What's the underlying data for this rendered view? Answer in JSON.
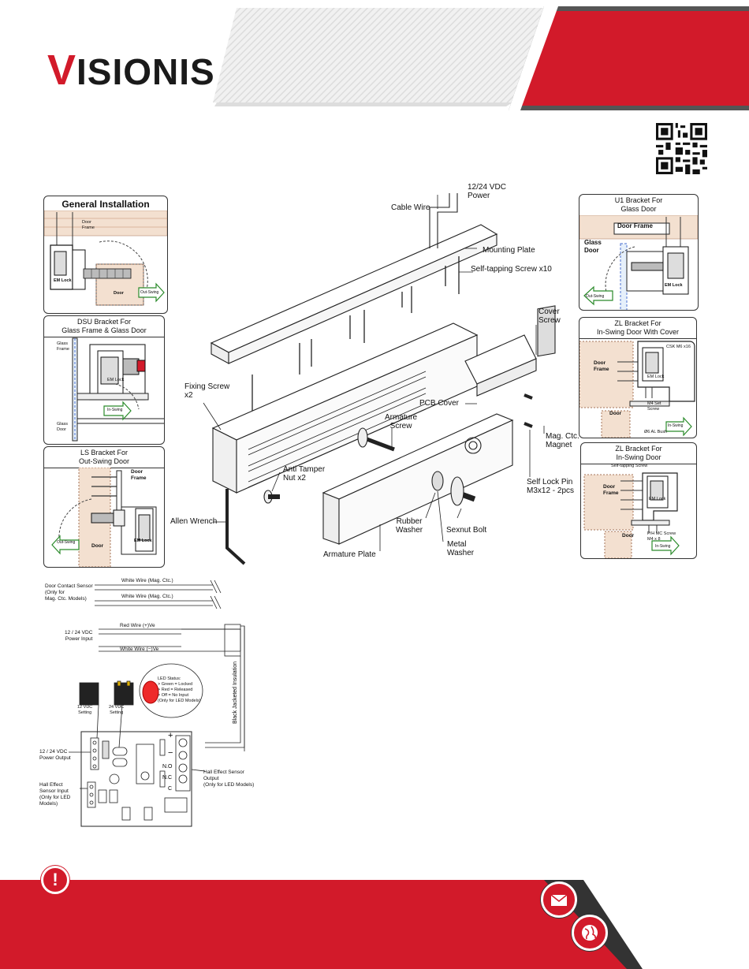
{
  "header": {
    "brand_initial": "V",
    "brand_rest": "ISIONIS",
    "accent_color": "#d21a2a"
  },
  "panels": {
    "general": {
      "title": "General Installation",
      "door_frame": "Door\nFrame",
      "em_lock": "EM Lock",
      "door": "Door",
      "swing": "Out-Swing"
    },
    "dsu": {
      "title": "DSU Bracket For\nGlass Frame & Glass Door",
      "glass_frame": "Glass\nFrame",
      "em_lock": "EM Lock",
      "swing": "In-Swing",
      "glass_door": "Glass\nDoor"
    },
    "ls": {
      "title": "LS Bracket For\nOut-Swing Door",
      "door_frame": "Door\nFrame",
      "em_lock": "EM Lock",
      "door": "Door",
      "swing": "Out-Swing"
    },
    "u1": {
      "title": "U1 Bracket For\nGlass Door",
      "door_frame": "Door Frame",
      "glass_door": "Glass\nDoor",
      "em_lock": "EM Lock",
      "swing": "Out-Swing"
    },
    "zl_cover": {
      "title": "ZL Bracket For\nIn-Swing Door With Cover",
      "door_frame": "Door\nFrame",
      "door": "Door",
      "csk": "CSK M6 x16",
      "em_lock": "EM Lock",
      "set_screw": "M4 Set\nScrew",
      "bush": "Ø6 AL Bush",
      "swing": "In-Swing"
    },
    "zl": {
      "title": "ZL Bracket For\nIn-Swing Door",
      "self_tap": "Self-tapping Screw",
      "door_frame": "Door\nFrame",
      "em_lock": "EM Lock",
      "door": "Door",
      "mc_screw": "P/H MC Screw\nM4 x 8",
      "swing": "In-Swing"
    }
  },
  "exploded": {
    "power": "12/24 VDC\nPower",
    "cable_wire": "Cable Wire",
    "mounting_plate": "Mounting Plate",
    "self_tap": "Self-tapping Screw x10",
    "cover_screw": "Cover\nScrew",
    "fixing_screw": "Fixing Screw\nx2",
    "pcb_cover": "PCB Cover",
    "armature_screw": "Armature\nScrew",
    "mag_ctc": "Mag. Ctc.\nMagnet",
    "anti_tamper": "Anti Tamper\nNut x2",
    "self_lock_pin": "Self Lock Pin\nM3x12 - 2pcs",
    "allen_wrench": "Allen Wrench",
    "rubber_washer": "Rubber\nWasher",
    "sexnut_bolt": "Sexnut Bolt",
    "metal_washer": "Metal\nWasher",
    "armature_plate": "Armature Plate"
  },
  "wiring": {
    "door_contact": "Door Contact Sensor\n(Only for\nMag. Ctc. Models)",
    "white_wire_1": "White Wire  (Mag. Ctc.)",
    "white_wire_2": "White Wire  (Mag. Ctc.)",
    "power_input": "12 / 24 VDC\nPower Input",
    "red_wire": "Red Wire (+)Ve",
    "white_wire_neg": "White Wire (−)Ve",
    "black_jacketed": "Black Jacketed Insulation",
    "led_status": "LED Status:\n> Green = Locked\n> Red = Released\n> Off = No Input\n(Only for LED Models)",
    "setting_12": "12 VDC\nSetting",
    "setting_24": "24 VDC\nSetting",
    "power_output": "12 / 24 VDC\nPower Output",
    "hall_input": "Hall Effect\nSensor Input\n(Only for LED\nModels)",
    "hall_output": "Hall Effect Sensor\nOutput\n(Only for LED Models)",
    "term_plus": "+",
    "term_minus": "−",
    "term_nc": "N.C",
    "term_no": "N.O",
    "term_c": "C"
  }
}
